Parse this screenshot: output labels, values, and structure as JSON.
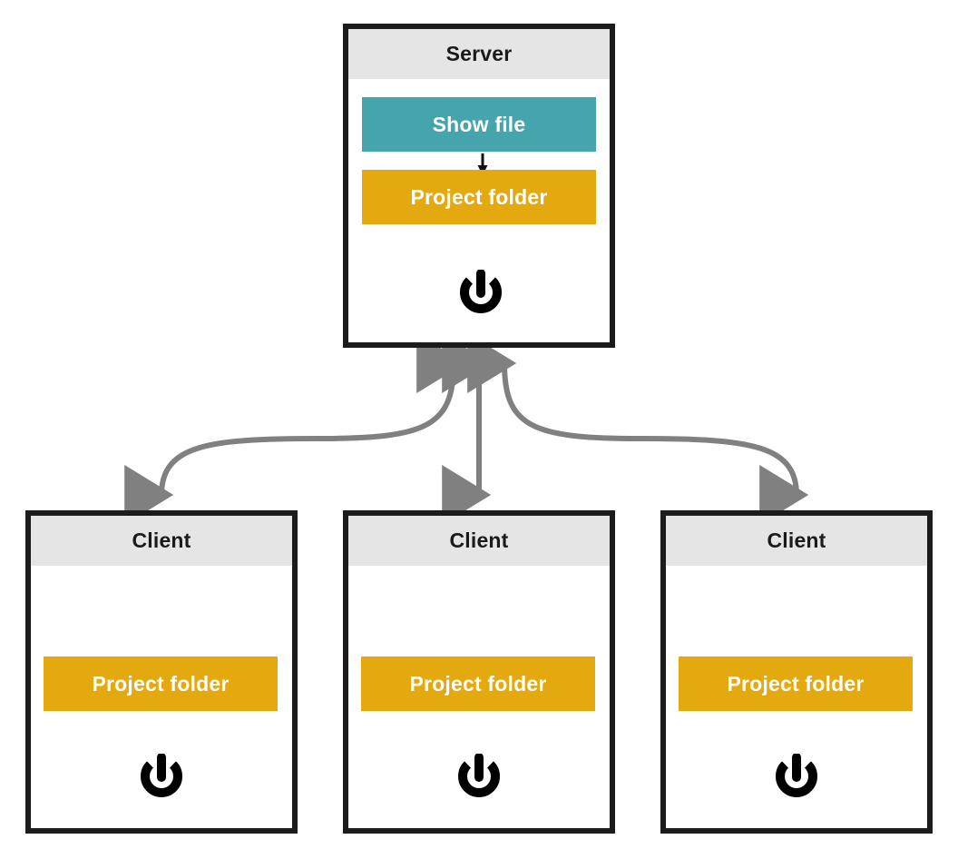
{
  "diagram": {
    "title_hidden": "",
    "colors": {
      "box_border": "#1c1c1c",
      "header_bg": "#e5e5e5",
      "teal": "#46a5ac",
      "orange": "#e5a910",
      "connector_gray": "#808080",
      "text_dark": "#1a1a1a",
      "text_light": "#ffffff",
      "page_bg": "#ffffff"
    },
    "server": {
      "title": "Server",
      "bars": [
        {
          "label": "Show file",
          "color": "teal"
        },
        {
          "label": "Project folder",
          "color": "orange"
        }
      ],
      "inner_arrow": "down-arrow-icon",
      "power": "power-icon"
    },
    "clients": [
      {
        "title": "Client",
        "bars": [
          {
            "label": "Project folder",
            "color": "orange"
          }
        ],
        "power": "power-icon"
      },
      {
        "title": "Client",
        "bars": [
          {
            "label": "Project folder",
            "color": "orange"
          }
        ],
        "power": "power-icon"
      },
      {
        "title": "Client",
        "bars": [
          {
            "label": "Project folder",
            "color": "orange"
          }
        ],
        "power": "power-icon"
      }
    ],
    "connectors": [
      {
        "name": "server-to-client-left",
        "style": "curved",
        "arrowheads": "both"
      },
      {
        "name": "server-to-client-middle",
        "style": "straight",
        "arrowheads": "both"
      },
      {
        "name": "server-to-client-right",
        "style": "curved",
        "arrowheads": "both"
      }
    ]
  }
}
